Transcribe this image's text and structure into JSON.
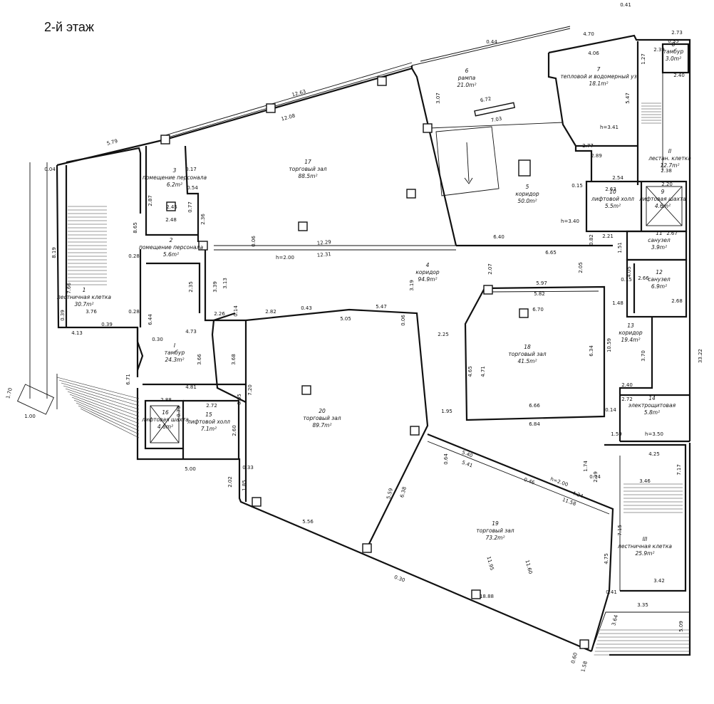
{
  "floor_title": "2-й этаж",
  "rooms": [
    {
      "num": "1",
      "name": "лестничная клетка",
      "area": "30.7m²"
    },
    {
      "num": "2",
      "name": "помещение персонала",
      "area": "5.6m²"
    },
    {
      "num": "3",
      "name": "помещение персонала",
      "area": "6.2m²"
    },
    {
      "num": "4",
      "name": "коридор",
      "area": "94.9m²"
    },
    {
      "num": "5",
      "name": "коридор",
      "area": "50.0m²"
    },
    {
      "num": "6",
      "name": "рампа",
      "area": "21.0m²"
    },
    {
      "num": "7",
      "name": "тепловой и водомерный уз",
      "area": "18.1m²"
    },
    {
      "num": "8",
      "name": "тамбур",
      "area": "3.0m²"
    },
    {
      "num": "9",
      "name": "лифтовая шахта",
      "area": "4.6m²"
    },
    {
      "num": "10",
      "name": "лифтовой холл",
      "area": "5.5m²"
    },
    {
      "num": "11",
      "name": "санузел",
      "area": "3.9m²"
    },
    {
      "num": "12",
      "name": "санузел",
      "area": "6.9m²"
    },
    {
      "num": "13",
      "name": "коридор",
      "area": "19.4m²"
    },
    {
      "num": "14",
      "name": "электрощитовая",
      "area": "5.8m²"
    },
    {
      "num": "15",
      "name": "лифтовой холл",
      "area": "7.1m²"
    },
    {
      "num": "16",
      "name": "лифтовая шахта",
      "area": "4.6m²"
    },
    {
      "num": "17",
      "name": "торговый зал",
      "area": "88.5m²"
    },
    {
      "num": "18",
      "name": "торговый зал",
      "area": "41.5m²"
    },
    {
      "num": "19",
      "name": "торговый зал",
      "area": "73.2m²"
    },
    {
      "num": "20",
      "name": "торговый зал",
      "area": "89.7m²"
    },
    {
      "num": "I",
      "name": "тамбур",
      "area": "24.3m²"
    },
    {
      "num": "II",
      "name": "лестан. клетка",
      "area": "12.7m²"
    },
    {
      "num": "III",
      "name": "лестничная клетка",
      "area": "25.9m²"
    }
  ],
  "dimensions": [
    "0.41",
    "4.70",
    "2.73",
    "0.44",
    "4.06",
    "0.35",
    "2.39",
    "1.27",
    "2.40",
    "6.72",
    "7.03",
    "5.47",
    "3.07",
    "12.63",
    "12.08",
    "5.79",
    "0.04",
    "8.19",
    "7.66",
    "3.76",
    "4.13",
    "0.39",
    "0.39",
    "8.65",
    "2.87",
    "2.45",
    "2.48",
    "0.28",
    "0.28",
    "2.35",
    "3.39",
    "0.54",
    "0.77",
    "2.36",
    "0.17",
    "0.06",
    "12.29",
    "12.31",
    "h=2.00",
    "3.13",
    "3.19",
    "2.07",
    "2.05",
    "6.40",
    "6.65",
    "0.82",
    "2.21",
    "0.15",
    "2.63",
    "2.77",
    "2.89",
    "2.54",
    "2.38",
    "h=3.41",
    "h=3.40",
    "2.20",
    "2.67",
    "1.51",
    "4.05",
    "2.66",
    "2.68",
    "1.48",
    "0.15",
    "5.97",
    "5.82",
    "6.70",
    "4.71",
    "4.65",
    "6.34",
    "6.66",
    "6.84",
    "0.14",
    "10.59",
    "3.70",
    "2.40",
    "2.72",
    "h=3.50",
    "1.59",
    "4.25",
    "3.46",
    "7.17",
    "7.15",
    "4.75",
    "3.42",
    "0.41",
    "3.35",
    "3.64",
    "5.09",
    "33.22",
    "2.82",
    "0.43",
    "5.05",
    "5.47",
    "0.06",
    "2.25",
    "1.95",
    "4.73",
    "2.26",
    "0.14",
    "6.44",
    "0.30",
    "3.66",
    "3.68",
    "7.20",
    "6.71",
    "4.81",
    "2.72",
    "2.60",
    "5.00",
    "0.33",
    "2.02",
    "1.85",
    "5.56",
    "5.59",
    "6.38",
    "5.40",
    "5.41",
    "0.46",
    "h=2.00",
    "4.24",
    "11.58",
    "11.95",
    "11.60",
    "18.88",
    "0.30",
    "0.60",
    "1.58",
    "1.00",
    "1.70",
    "2.88",
    "0.79",
    "0.05",
    "0.64",
    "0.14",
    "2.19",
    "1.74"
  ]
}
